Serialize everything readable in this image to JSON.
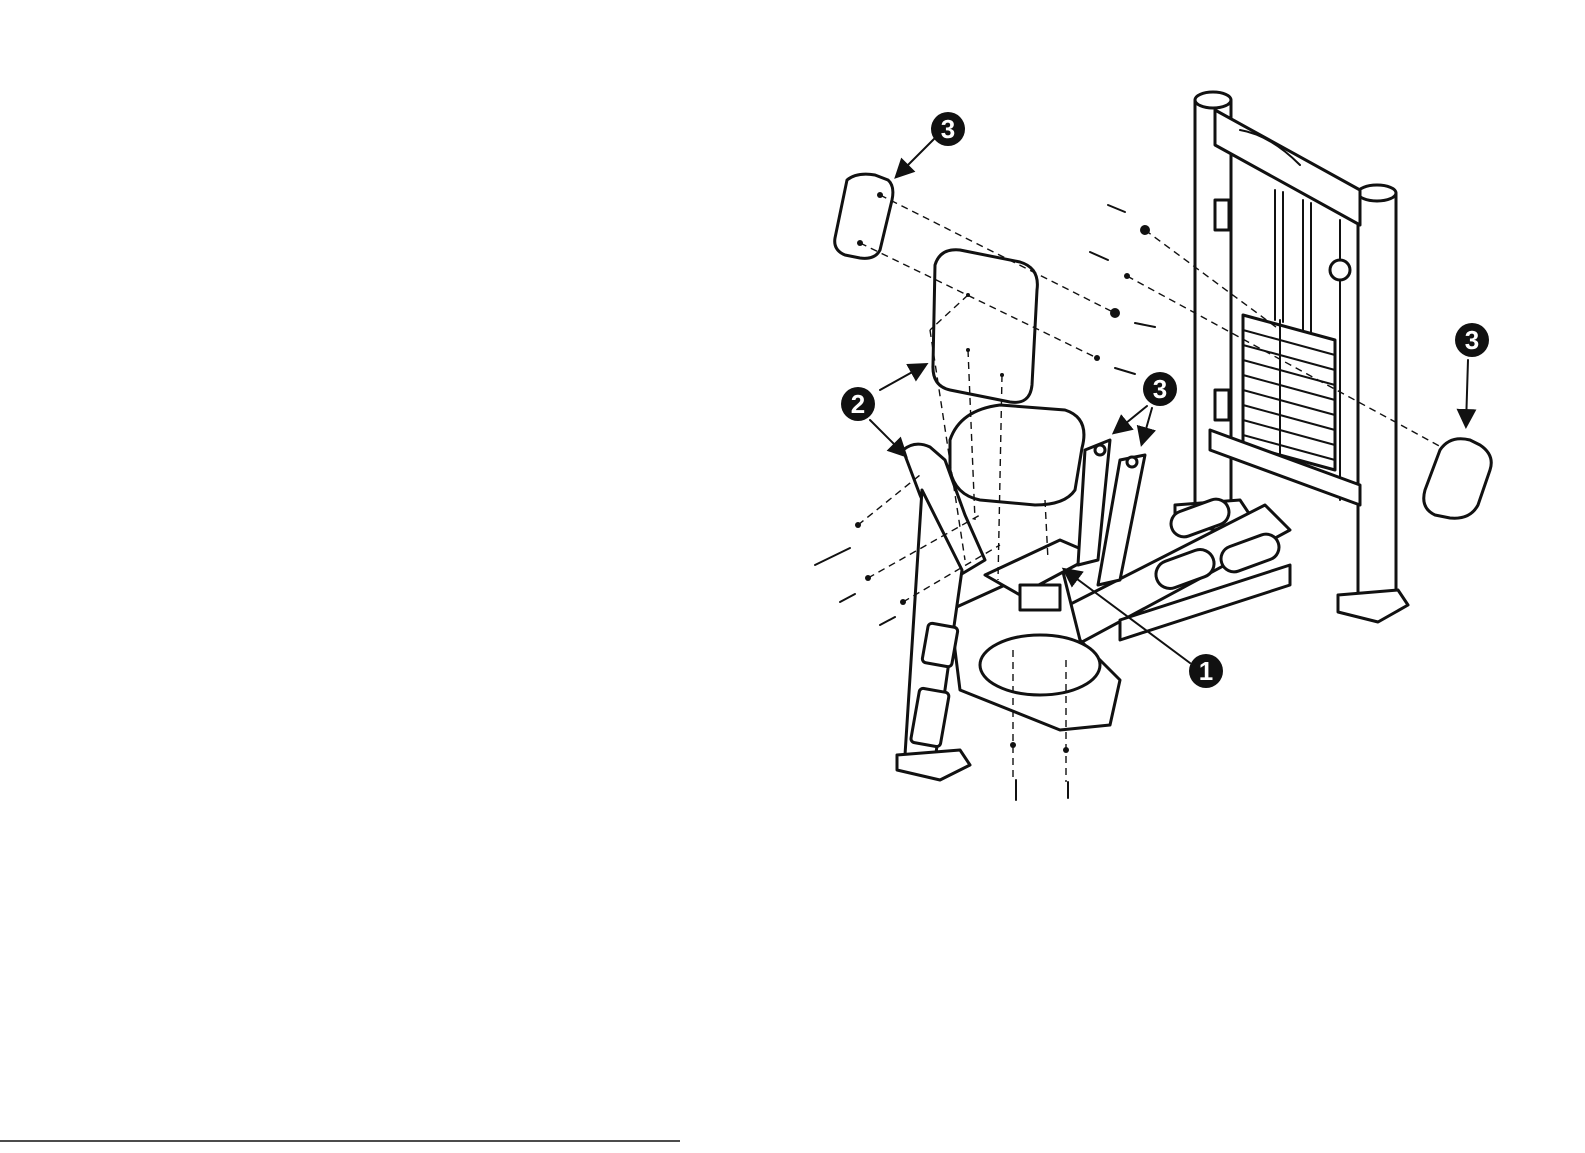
{
  "callouts": [
    {
      "id": "c3-top-left",
      "label": "3"
    },
    {
      "id": "c2-left",
      "label": "2"
    },
    {
      "id": "c3-mid",
      "label": "3"
    },
    {
      "id": "c3-right",
      "label": "3"
    },
    {
      "id": "c1-bottom",
      "label": "1"
    }
  ],
  "colors": {
    "ink": "#111111",
    "paper": "#ffffff"
  }
}
